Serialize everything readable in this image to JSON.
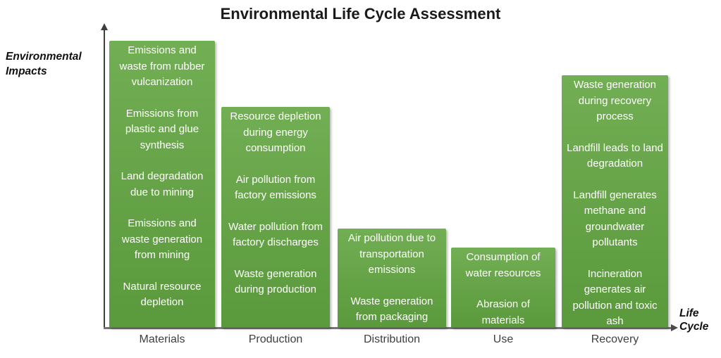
{
  "title": "Environmental Life Cycle Assessment",
  "axes": {
    "y_label_line1": "Environmental",
    "y_label_line2": "Impacts",
    "x_label_line1": "Life",
    "x_label_line2": "Cycle"
  },
  "colors": {
    "bar_green_top": "#72AE53",
    "bar_green_bottom": "#5B993D",
    "bar_text": "#FFFFFF",
    "axis_line": "#757575",
    "title_text": "#1A1A1A",
    "category_label_text": "#3F3F3F"
  },
  "chart_data": {
    "type": "bar",
    "title": "Environmental Life Cycle Assessment",
    "xlabel": "Life Cycle",
    "ylabel": "Environmental Impacts",
    "categories": [
      "Materials",
      "Production",
      "Distribution",
      "Use",
      "Recovery"
    ],
    "relative_bar_heights": [
      1.0,
      0.77,
      0.34,
      0.28,
      0.88
    ],
    "grid": false,
    "legend": false,
    "bar_contents": [
      [
        "Emissions and waste from rubber vulcanization",
        "Emissions from plastic and glue synthesis",
        "Land degradation due to mining",
        "Emissions and waste generation from mining",
        "Natural resource depletion"
      ],
      [
        "Resource depletion during energy consumption",
        "Air pollution from factory emissions",
        "Water pollution from factory discharges",
        "Waste generation during production"
      ],
      [
        "Air pollution due to transportation emissions",
        "Waste generation from packaging"
      ],
      [
        "Consumption of water resources",
        "Abrasion of materials"
      ],
      [
        "Waste generation during recovery process",
        "Landfill leads to land degradation",
        "Landfill generates methane and groundwater pollutants",
        "Incineration generates air pollution and toxic ash"
      ]
    ]
  }
}
